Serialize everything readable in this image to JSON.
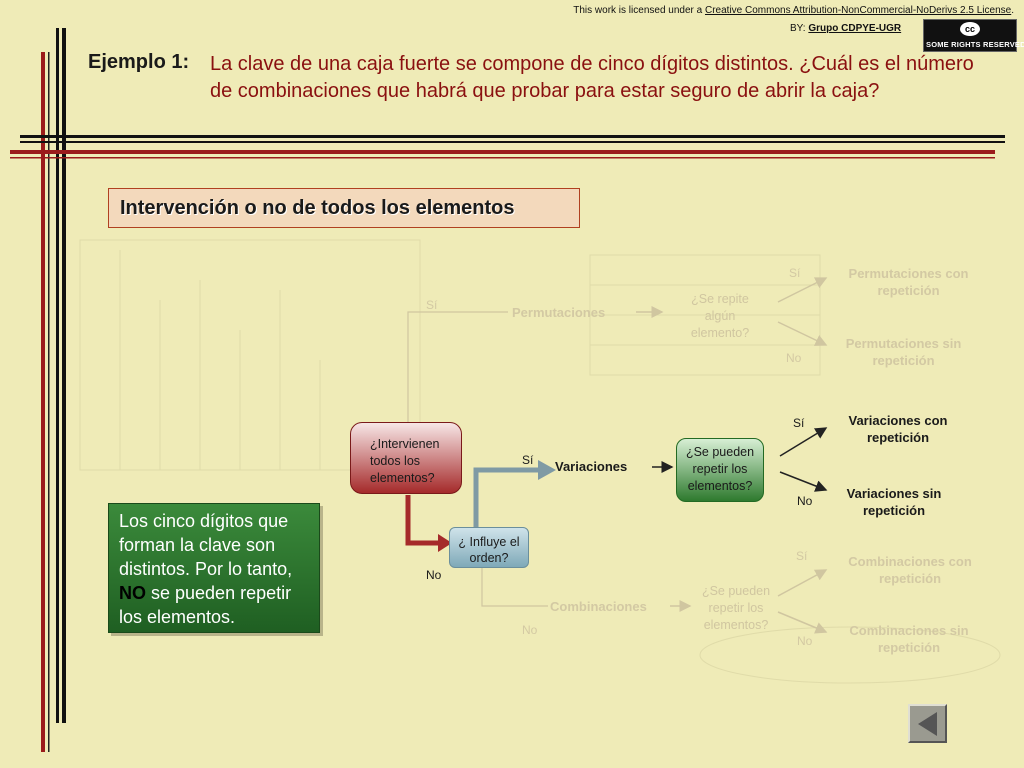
{
  "license": {
    "prefix": "This work is licensed under a ",
    "link_text": "Creative Commons Attribution-NonCommercial-NoDerivs 2.5 License",
    "suffix": ".",
    "by_prefix": "BY: ",
    "group": "Grupo CDPYE-UGR",
    "badge_cc": "cc",
    "badge_text": "SOME RIGHTS RESERVED"
  },
  "example": {
    "label": "Ejemplo 1:",
    "text": "La clave de una caja fuerte se compone de cinco dígitos distintos. ¿Cuál es el número de combinaciones que habrá que probar para estar seguro de abrir la caja?"
  },
  "section_title": "Intervención o no de todos los elementos",
  "flow": {
    "q_all_elements": "¿Intervienen todos los elementos?",
    "q_order": "¿ Influye el orden?",
    "q_repeat_perm": "¿Se repite algún elemento?",
    "q_repeat_var": "¿Se pueden repetir los elementos?",
    "q_repeat_comb": "¿Se pueden repetir los elementos?",
    "permutaciones": "Permutaciones",
    "variaciones": "Variaciones",
    "combinaciones": "Combinaciones",
    "perm_con": "Permutaciones con repetición",
    "perm_sin": "Permutaciones sin repetición",
    "var_con": "Variaciones con repetición",
    "var_sin": "Variaciones sin repetición",
    "comb_con": "Combinaciones con repetición",
    "comb_sin": "Combinaciones sin repetición",
    "yes": "Sí",
    "no": "No"
  },
  "note": {
    "part1": "Los cinco dígitos que forman la clave son distintos. Por lo tanto, ",
    "bold": "NO",
    "part2": " se pueden repetir los elementos."
  },
  "colors": {
    "title_red": "#8a1010",
    "highlight_red": "#a52a2a",
    "highlight_green": "#2e7a2e",
    "highlight_blue": "#7fa9b8",
    "background": "#efebb7"
  }
}
